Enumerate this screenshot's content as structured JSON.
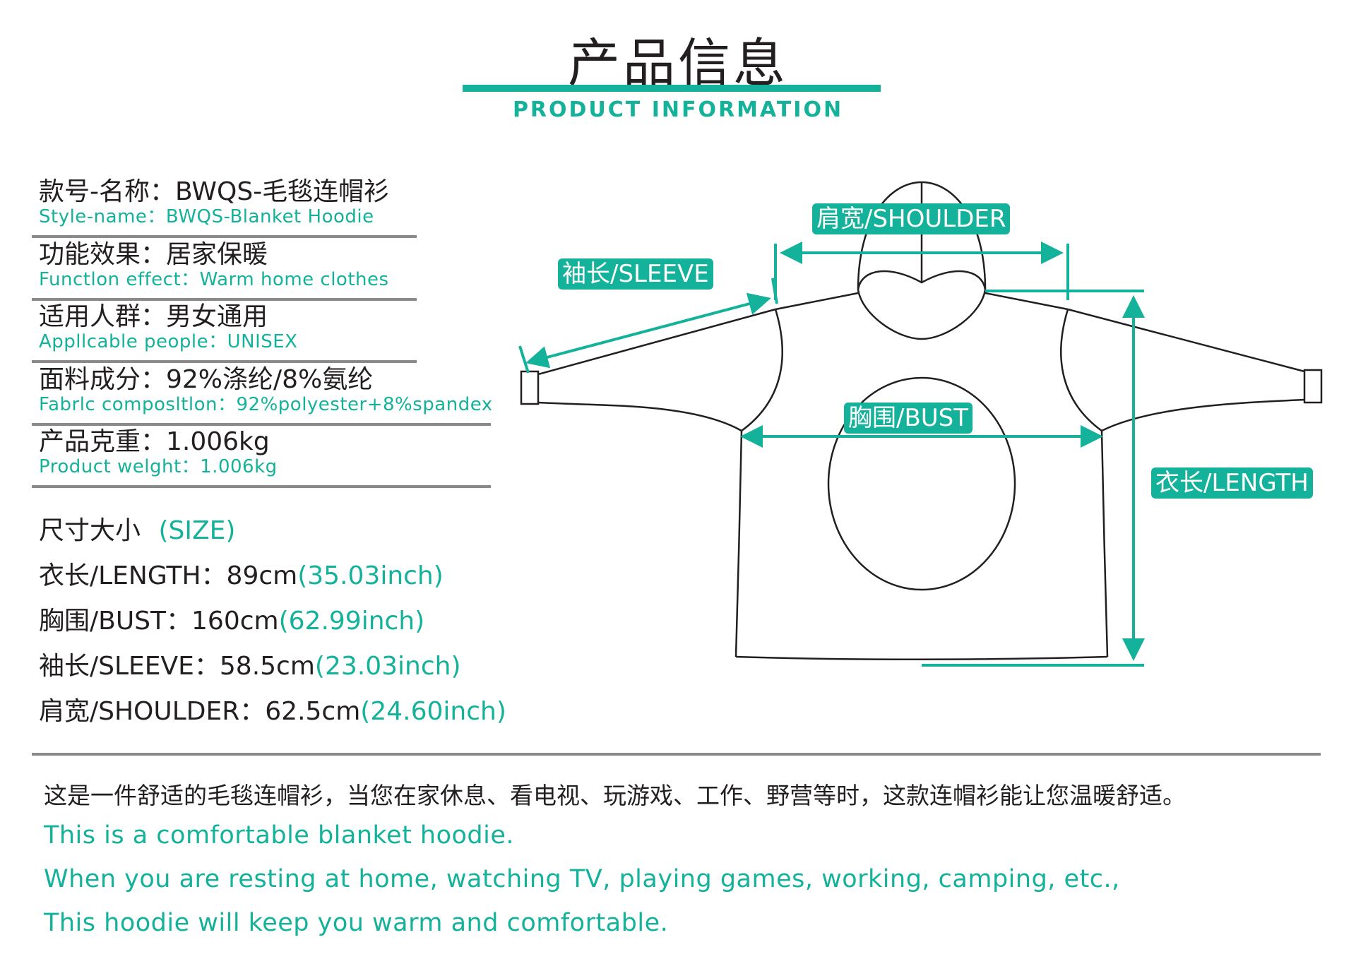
{
  "header": {
    "title_cn": "产品信息",
    "title_en": "PRODUCT INFORMATION",
    "accent_color": "#14b29a"
  },
  "info": [
    {
      "cn": "款号-名称：BWQS-毛毯连帽衫",
      "en": "Style-name：BWQS-Blanket Hoodie"
    },
    {
      "cn": "功能效果：居家保暖",
      "en": "Functlon effect：Warm home clothes"
    },
    {
      "cn": "适用人群：男女通用",
      "en": "Appllcable people：UNISEX"
    },
    {
      "cn": "面料成分：92%涤纶/8%氨纶",
      "en": "Fabrlc composltlon：92%polyester+8%spandex"
    },
    {
      "cn": "产品克重：1.006kg",
      "en": "Product welght：1.006kg"
    }
  ],
  "size": {
    "heading": "尺寸大小",
    "heading_en": "(SIZE)",
    "rows": [
      {
        "label": "衣长/LENGTH：89cm",
        "inch": "(35.03inch)"
      },
      {
        "label": "胸围/BUST：160cm",
        "inch": "(62.99inch)"
      },
      {
        "label": "袖长/SLEEVE：58.5cm",
        "inch": "(23.03inch)"
      },
      {
        "label": "肩宽/SHOULDER：62.5cm",
        "inch": "(24.60inch)"
      }
    ]
  },
  "diagram": {
    "shoulder": "肩宽/SHOULDER",
    "sleeve": "袖长/SLEEVE",
    "bust": "胸围/BUST",
    "length": "衣长/LENGTH"
  },
  "description": {
    "cn": "这是一件舒适的毛毯连帽衫，当您在家休息、看电视、玩游戏、工作、野营等时，这款连帽衫能让您温暖舒适。",
    "en": [
      "This is a comfortable blanket hoodie.",
      "When you are resting at home, watching TV, playing games, working, camping, etc.,",
      "This hoodie will keep you warm and comfortable."
    ]
  }
}
